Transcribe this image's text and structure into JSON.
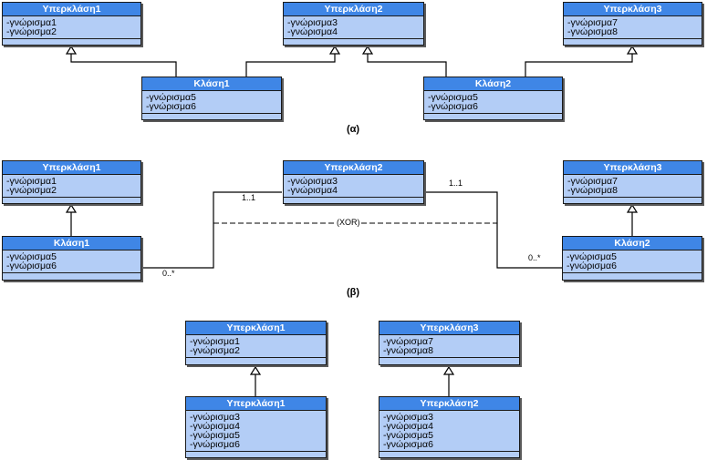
{
  "sections": {
    "a": {
      "caption": "(α)",
      "classes": [
        {
          "name": "Υπερκλάση1",
          "attrs": [
            "-γνώρισμα1",
            "-γνώρισμα2"
          ]
        },
        {
          "name": "Υπερκλάση2",
          "attrs": [
            "-γνώρισμα3",
            "-γνώρισμα4"
          ]
        },
        {
          "name": "Υπερκλάση3",
          "attrs": [
            "-γνώρισμα7",
            "-γνώρισμα8"
          ]
        },
        {
          "name": "Κλάση1",
          "attrs": [
            "-γνώρισμα5",
            "-γνώρισμα6"
          ]
        },
        {
          "name": "Κλάση2",
          "attrs": [
            "-γνώρισμα5",
            "-γνώρισμα6"
          ]
        }
      ]
    },
    "b": {
      "caption": "(β)",
      "classes": [
        {
          "name": "Υπερκλάση1",
          "attrs": [
            "-γνώρισμα1",
            "-γνώρισμα2"
          ]
        },
        {
          "name": "Υπερκλάση2",
          "attrs": [
            "-γνώρισμα3",
            "-γνώρισμα4"
          ]
        },
        {
          "name": "Υπερκλάση3",
          "attrs": [
            "-γνώρισμα7",
            "-γνώρισμα8"
          ]
        },
        {
          "name": "Κλάση1",
          "attrs": [
            "-γνώρισμα5",
            "-γνώρισμα6"
          ]
        },
        {
          "name": "Κλάση2",
          "attrs": [
            "-γνώρισμα5",
            "-γνώρισμα6"
          ]
        }
      ],
      "multiplicities": {
        "left_top": "1..1",
        "left_bottom": "0..*",
        "right_top": "1..1",
        "right_bottom": "0..*"
      },
      "constraint": "(XOR)"
    },
    "c": {
      "classes": [
        {
          "name": "Υπερκλάση1",
          "attrs": [
            "-γνώρισμα1",
            "-γνώρισμα2"
          ]
        },
        {
          "name": "Υπερκλάση3",
          "attrs": [
            "-γνώρισμα7",
            "-γνώρισμα8"
          ]
        },
        {
          "name": "Υπερκλάση1",
          "attrs": [
            "-γνώρισμα3",
            "-γνώρισμα4",
            "-γνώρισμα5",
            "-γνώρισμα6"
          ]
        },
        {
          "name": "Υπερκλάση2",
          "attrs": [
            "-γνώρισμα3",
            "-γνώρισμα4",
            "-γνώρισμα5",
            "-γνώρισμα6"
          ]
        }
      ]
    }
  },
  "colors": {
    "header": "#3f86e6",
    "body": "#b3cdf6",
    "border": "#1a1a1a",
    "shadow": "#5a5a5a"
  }
}
